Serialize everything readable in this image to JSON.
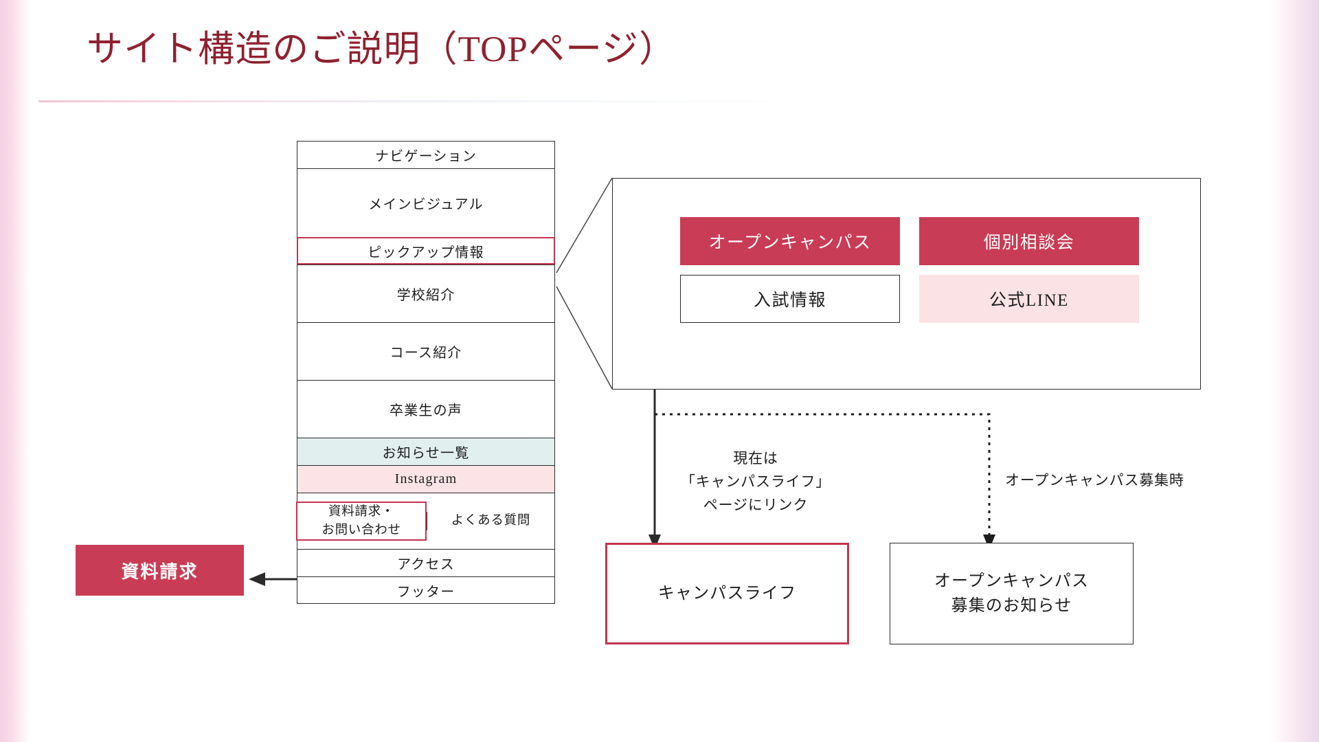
{
  "page": {
    "title": "サイト構造のご説明（TOPページ）"
  },
  "structure_column": {
    "rows": [
      {
        "label": "ナビゲーション",
        "style": "plain"
      },
      {
        "label": "メインビジュアル",
        "style": "plain"
      },
      {
        "label": "ピックアップ情報",
        "style": "highlight-red"
      },
      {
        "label": "学校紹介",
        "style": "plain"
      },
      {
        "label": "コース紹介",
        "style": "plain"
      },
      {
        "label": "卒業生の声",
        "style": "plain"
      },
      {
        "label": "お知らせ一覧",
        "style": "tint-teal"
      },
      {
        "label": "Instagram",
        "style": "tint-pink"
      },
      {
        "label": "アクセス",
        "style": "plain"
      },
      {
        "label": "フッター",
        "style": "plain"
      }
    ],
    "split_row": {
      "left_label": "資料請求・\nお問い合わせ",
      "right_label": "よくある質問"
    }
  },
  "document_request_button": {
    "label": "資料請求"
  },
  "pickup_panel": {
    "boxes": [
      {
        "label": "オープンキャンパス",
        "style": "solid-red"
      },
      {
        "label": "個別相談会",
        "style": "solid-red"
      },
      {
        "label": "入試情報",
        "style": "outline"
      },
      {
        "label": "公式LINE",
        "style": "tint-pink"
      }
    ]
  },
  "annotations": {
    "link_note": "現在は\n「キャンパスライフ」\nページにリンク",
    "oc_note": "オープンキャンパス募集時"
  },
  "result_boxes": [
    {
      "label": "キャンパスライフ",
      "style": "red-border"
    },
    {
      "label": "オープンキャンパス\n募集のお知らせ",
      "style": "black-border"
    }
  ],
  "colors": {
    "title_red": "#8e2230",
    "accent_red": "#c93c55",
    "highlight_red": "#c4344f",
    "tint_teal": "#e2efef",
    "tint_pink": "#fce4e6",
    "line_black": "#2b2b2b"
  }
}
